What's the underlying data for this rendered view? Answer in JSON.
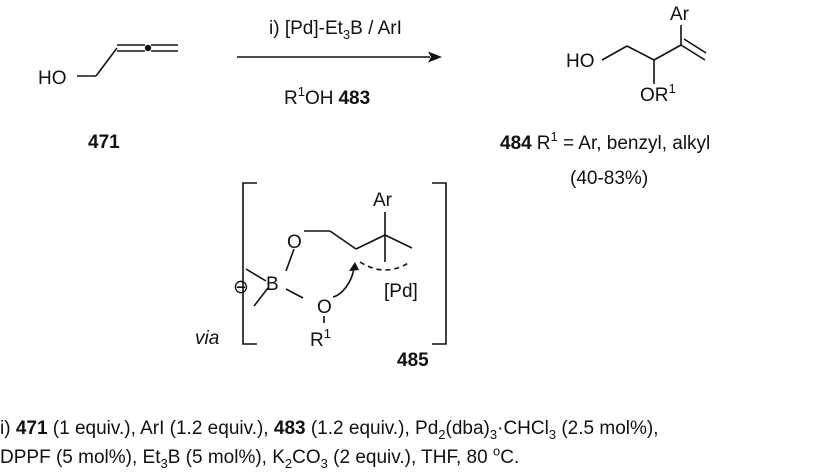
{
  "reaction": {
    "reagent_line1": {
      "prefix": "i) [Pd]-Et",
      "sub": "3",
      "suffix": "B / ArI"
    },
    "reagent_line2": {
      "r": "R",
      "sup": "1",
      "oh": "OH",
      "num": "483"
    }
  },
  "compounds": {
    "c471": {
      "ho": "HO",
      "number": "471"
    },
    "c484": {
      "ar": "Ar",
      "ho": "HO",
      "or": "OR",
      "or_sup": "1",
      "number": "484",
      "r_label": "R",
      "r_sup": "1",
      "r_desc": " = Ar, benzyl, alkyl",
      "yield": "(40-83%)"
    },
    "c485": {
      "via": "via",
      "ar": "Ar",
      "o1": "O",
      "b": "B",
      "minus": "⊖",
      "o2": "O",
      "pd": "[Pd]",
      "r": "R",
      "r_sup": "1",
      "number": "485"
    }
  },
  "conditions": {
    "line1": {
      "p1": "i) ",
      "b1": "471",
      "p2": " (1 equiv.), ArI (1.2 equiv.), ",
      "b2": "483",
      "p3": " (1.2 equiv.), Pd",
      "s1": "2",
      "p4": "(dba)",
      "s2": "3",
      "p5": "·CHCl",
      "s3": "3",
      "p6": " (2.5 mol%),"
    },
    "line2": {
      "p1": "DPPF (5 mol%), Et",
      "s1": "3",
      "p2": "B (5 mol%), K",
      "s2": "2",
      "p3": "CO",
      "s3": "3",
      "p4": " (2 equiv.), THF, 80 ",
      "sup1": "o",
      "p5": "C."
    }
  }
}
